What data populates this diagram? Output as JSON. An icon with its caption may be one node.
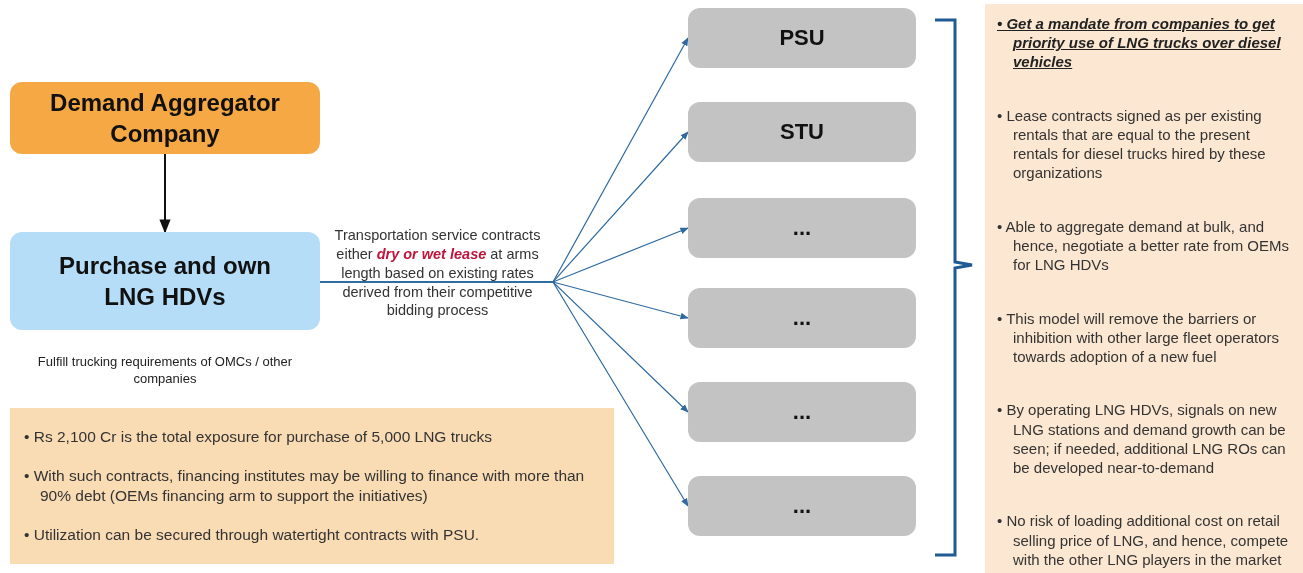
{
  "diagram": {
    "nodes": [
      {
        "text": [
          "Demand Aggregator Company"
        ]
      },
      {
        "text": [
          "Purchase and own LNG HDVs"
        ],
        "beside": [
          "Fulfill trucking requirements of OMCs / other companies"
        ]
      },
      {
        "text": [
          "PSU"
        ]
      },
      {
        "text": [
          "STU"
        ]
      },
      {
        "text": [
          "..."
        ]
      },
      {
        "text": [
          "..."
        ]
      },
      {
        "text": [
          "..."
        ]
      },
      {
        "text": [
          "..."
        ]
      },
      {
        "text": [
          "• Rs 2,100 Cr is the total exposure for purchase of 5,000 LNG trucks",
          "• With such contracts, financing institutes may be willing to finance with more than 90% debt (OEMs financing arm to support the initiatives)",
          "• Utilization can be secured through watertight contracts with PSU."
        ]
      },
      {
        "text": [
          "• Get a mandate from companies to get priority use of LNG trucks over diesel vehicles",
          "• Lease contracts signed as per existing rentals that are equal to the present rentals for diesel trucks hired by these organizations",
          "• Able to aggregate demand at bulk, and hence, negotiate a better rate from OEMs for LNG HDVs",
          "• This model will remove the barriers or inhibition with other large fleet operators towards adoption of a new fuel",
          "• By operating LNG HDVs, signals on new LNG stations and demand growth can be seen; if needed, additional LNG ROs can be developed near-to-demand",
          "• No risk of loading additional cost on retail selling price of LNG, and hence, compete with the other LNG players in the market"
        ]
      }
    ],
    "edges": [
      {
        "from": 0,
        "to": 1,
        "arrow": "to",
        "color": "#111111"
      },
      {
        "from": 1,
        "to": 2,
        "arrow": "to",
        "label": "Transportation service contracts either **dry or wet lease** at arms length based on existing rates derived from their competitive bidding process"
      },
      {
        "from": 1,
        "to": 3,
        "arrow": "to"
      },
      {
        "from": 1,
        "to": 4,
        "arrow": "to"
      },
      {
        "from": 1,
        "to": 5,
        "arrow": "to"
      },
      {
        "from": 1,
        "to": 6,
        "arrow": "to"
      },
      {
        "from": 1,
        "to": 7,
        "arrow": "to"
      }
    ]
  }
}
